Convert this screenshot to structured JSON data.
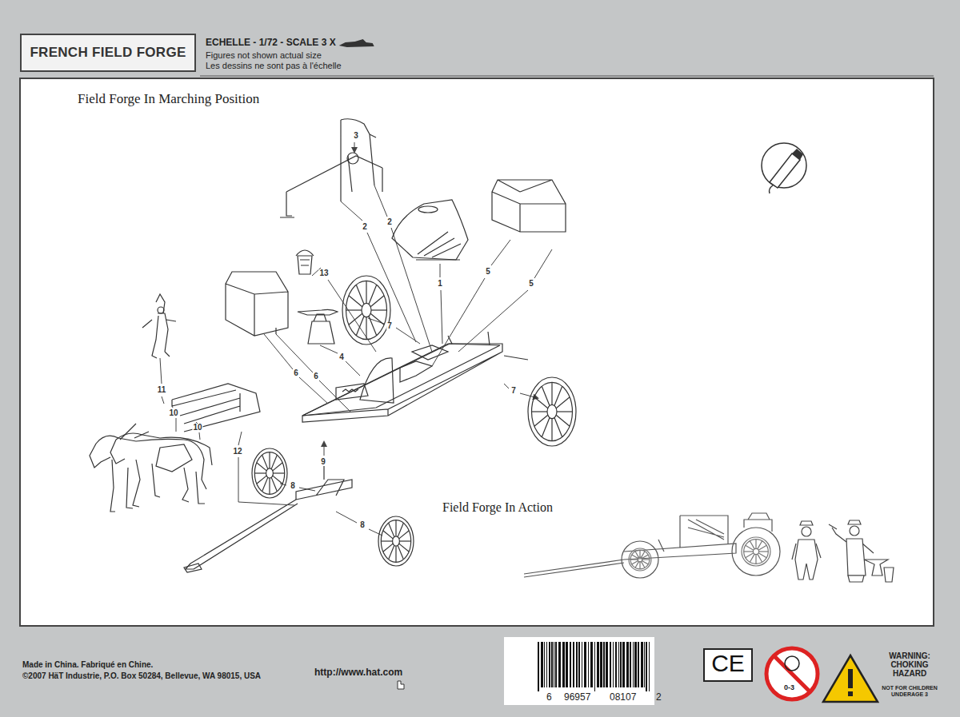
{
  "diagram": {
    "title": "FRENCH FIELD FORGE",
    "labels": [
      "ECHELLE - 1/72 - SCALE 3 X",
      "Figures not shown actual size",
      "Les dessins ne sont pas à l'échelle",
      "Field Forge In Marching Position",
      "3",
      "2",
      "2",
      "1",
      "5",
      "5",
      "13",
      "7",
      "4",
      "6",
      "6",
      "11",
      "10",
      "10",
      "12",
      "9",
      "7",
      "8",
      "8",
      "Field Forge In Action",
      "Made in China. Fabriqué en Chine.",
      "©2007 HäT Industrie, P.O. Box 50284, Bellevue, WA 98015, USA",
      "http://www.hat.com",
      "6",
      "96957",
      "08107",
      "2",
      "CE",
      "0-3",
      "WARNING: CHOKING HAZARD",
      "NOT FOR CHILDREN UNDERAGE 3"
    ]
  }
}
